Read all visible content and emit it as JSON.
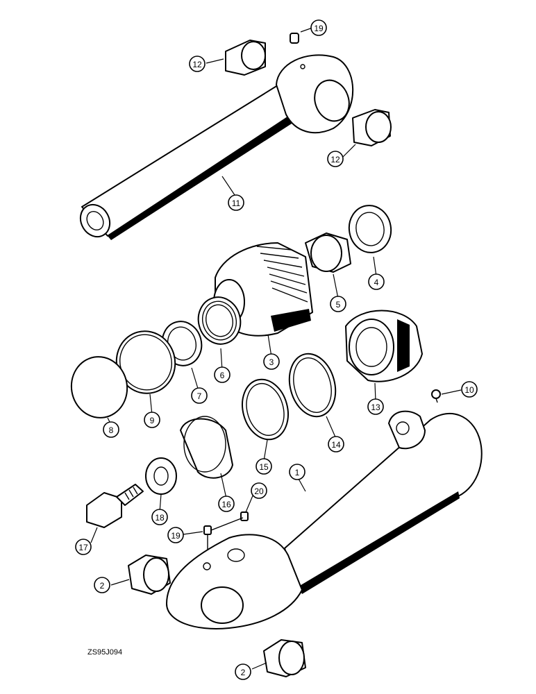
{
  "drawing_code": "ZS95J094",
  "callouts": [
    {
      "id": "c19a",
      "label": "19"
    },
    {
      "id": "c12a",
      "label": "12"
    },
    {
      "id": "c12b",
      "label": "12"
    },
    {
      "id": "c11",
      "label": "11"
    },
    {
      "id": "c4",
      "label": "4"
    },
    {
      "id": "c5",
      "label": "5"
    },
    {
      "id": "c3",
      "label": "3"
    },
    {
      "id": "c6",
      "label": "6"
    },
    {
      "id": "c7",
      "label": "7"
    },
    {
      "id": "c9",
      "label": "9"
    },
    {
      "id": "c8",
      "label": "8"
    },
    {
      "id": "c13",
      "label": "13"
    },
    {
      "id": "c10",
      "label": "10"
    },
    {
      "id": "c14",
      "label": "14"
    },
    {
      "id": "c15",
      "label": "15"
    },
    {
      "id": "c16",
      "label": "16"
    },
    {
      "id": "c1",
      "label": "1"
    },
    {
      "id": "c20",
      "label": "20"
    },
    {
      "id": "c18",
      "label": "18"
    },
    {
      "id": "c19b",
      "label": "19"
    },
    {
      "id": "c17",
      "label": "17"
    },
    {
      "id": "c2a",
      "label": "2"
    },
    {
      "id": "c2b",
      "label": "2"
    }
  ]
}
